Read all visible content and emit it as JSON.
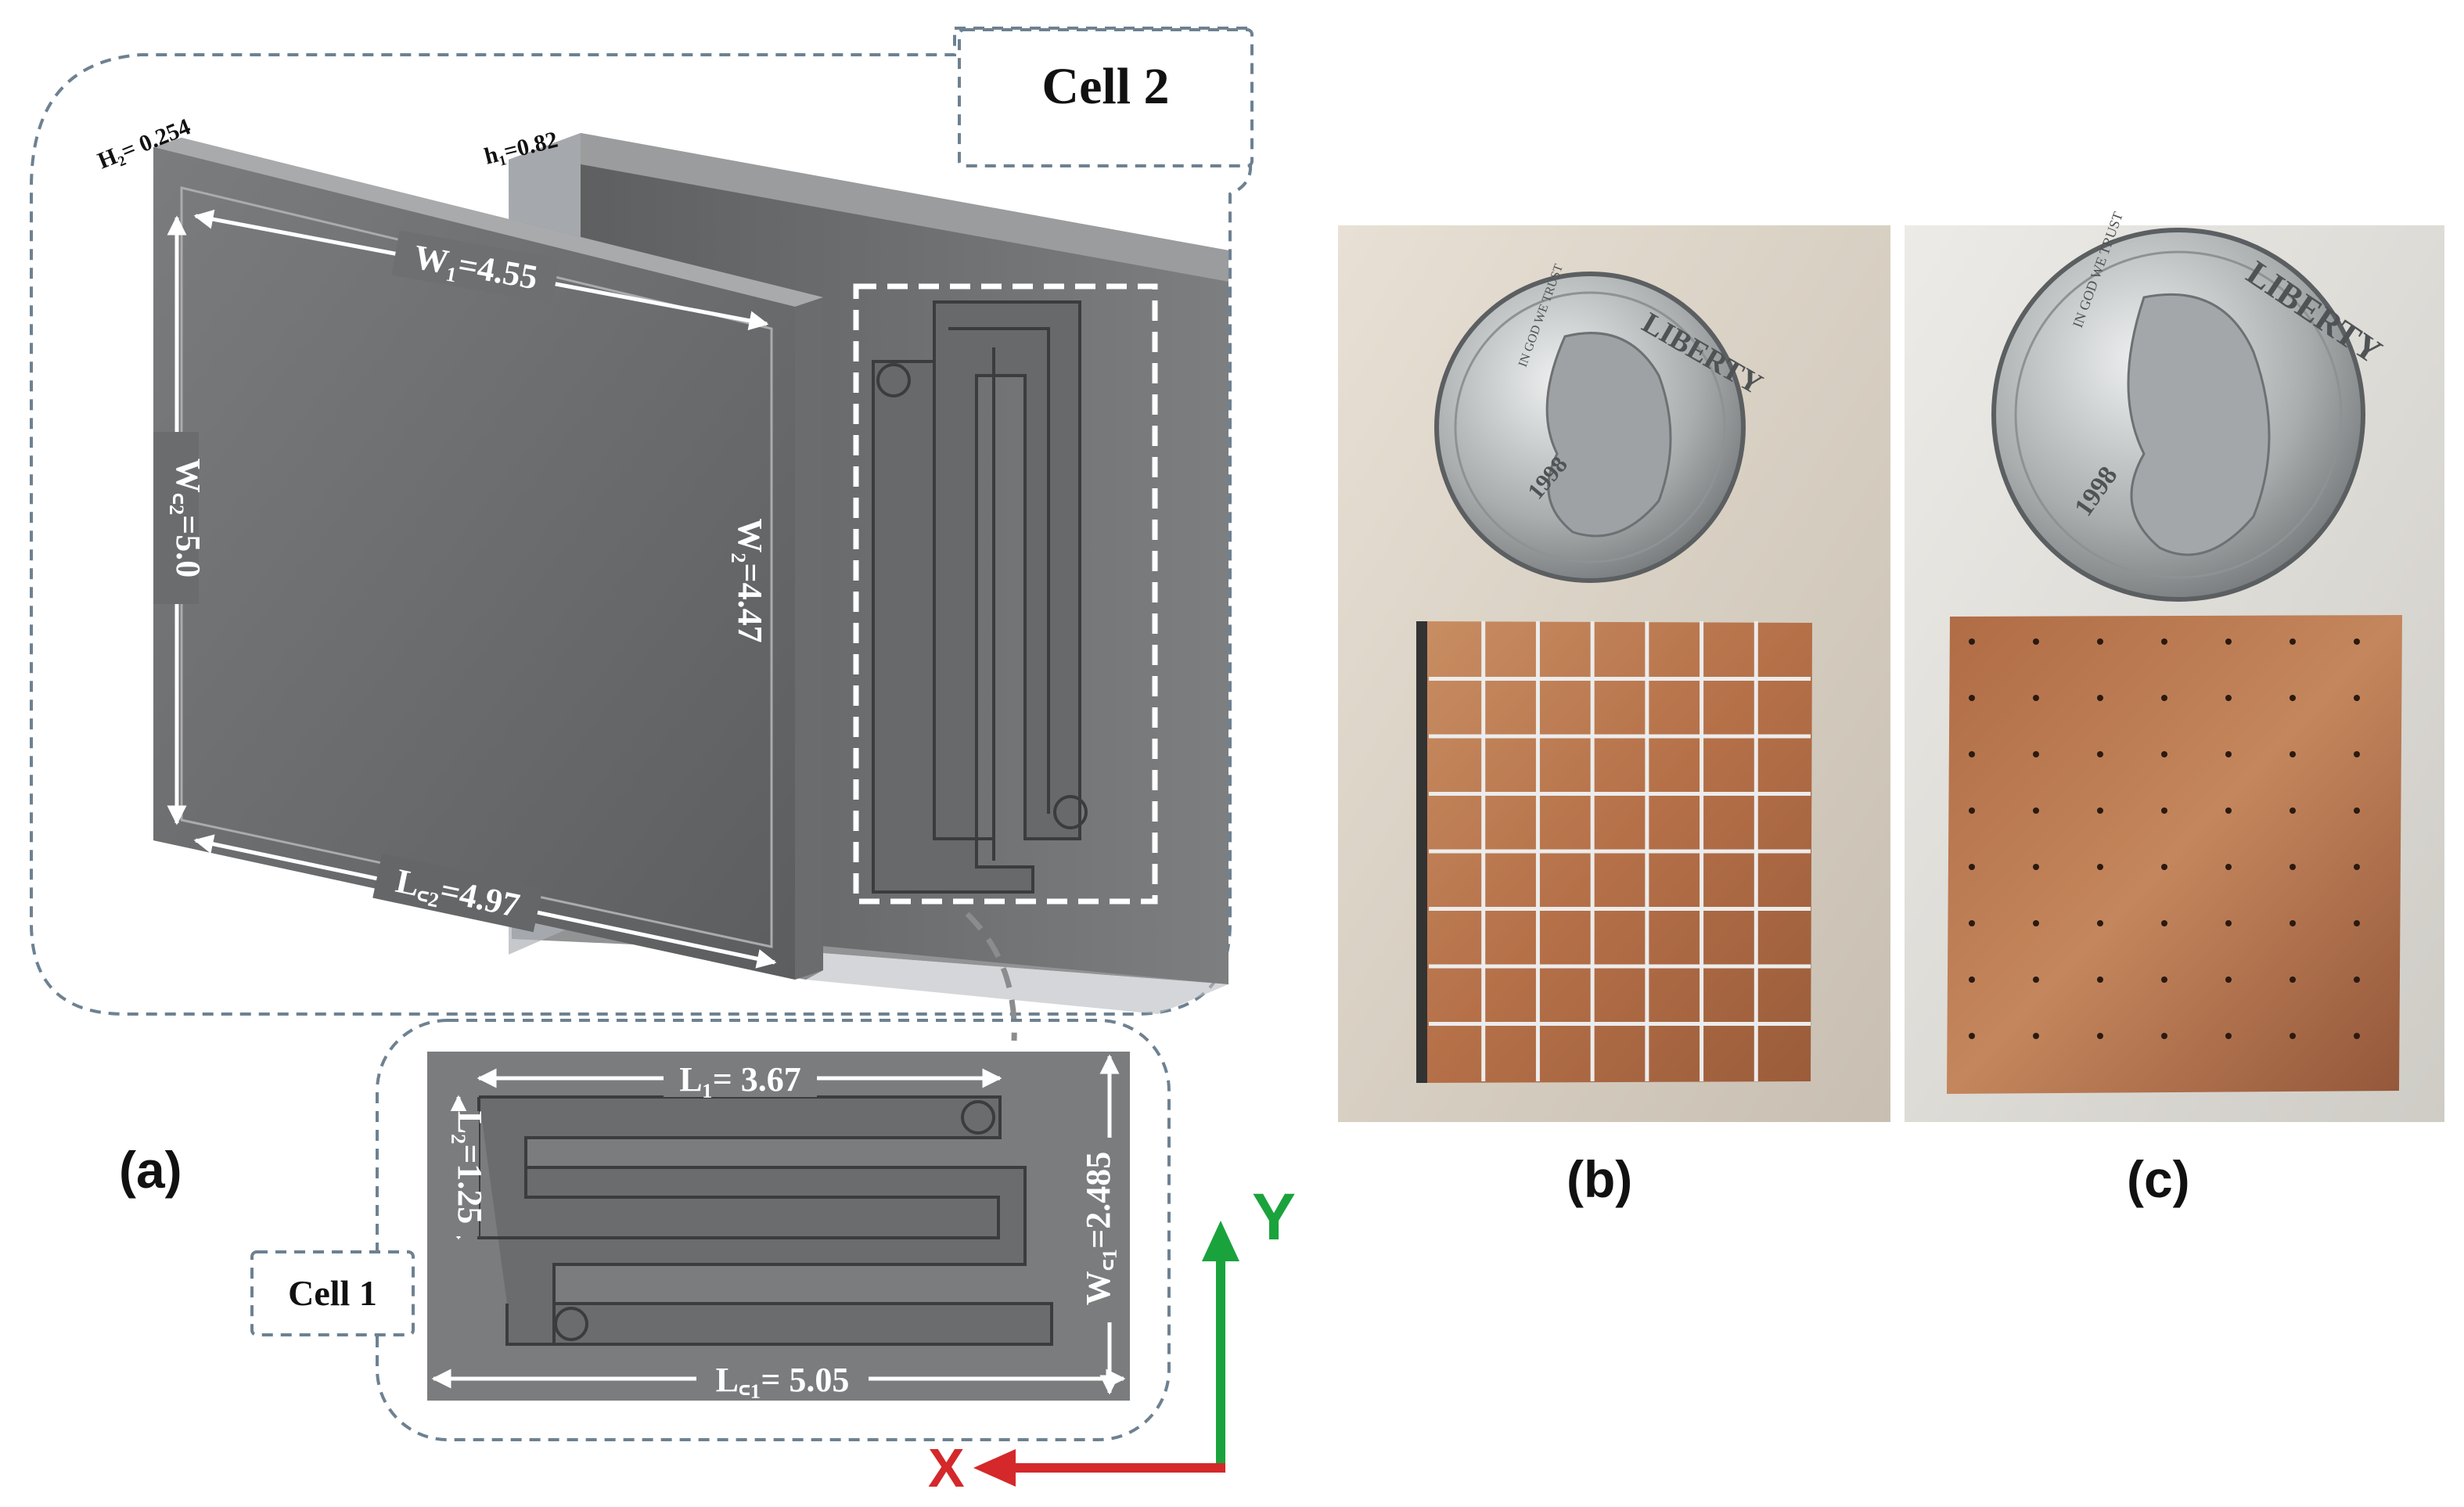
{
  "cell2": {
    "label": "Cell 2",
    "h2": "H₂= 0.254",
    "h1": "h₁=0.82",
    "w1": "W₁=4.55",
    "wc2": "W꜀₂=5.0",
    "w2": "W₂=4.47",
    "lc2": "L꜀₂=4.97"
  },
  "cell1": {
    "label": "Cell 1",
    "l1": "L₁= 3.67",
    "l2": "L₂=1.25",
    "wc1": "W꜀₁=2.485",
    "lc1": "L꜀₁= 5.05"
  },
  "axes": {
    "x": "X",
    "y": "Y",
    "x_color": "#d4282a",
    "y_color": "#1aa33c"
  },
  "panels": {
    "a": "(a)",
    "b": "(b)",
    "c": "(c)"
  },
  "coin_b": {
    "legend": "LIBERTY",
    "motto": "IN GOD WE TRUST",
    "year": "1998"
  },
  "coin_c": {
    "legend": "LIBERTY",
    "motto": "IN GOD WE TRUST",
    "year": "1998"
  },
  "colors": {
    "metal": "#6f7173",
    "copper": "#b67a52",
    "dashed": "#6d8191"
  }
}
